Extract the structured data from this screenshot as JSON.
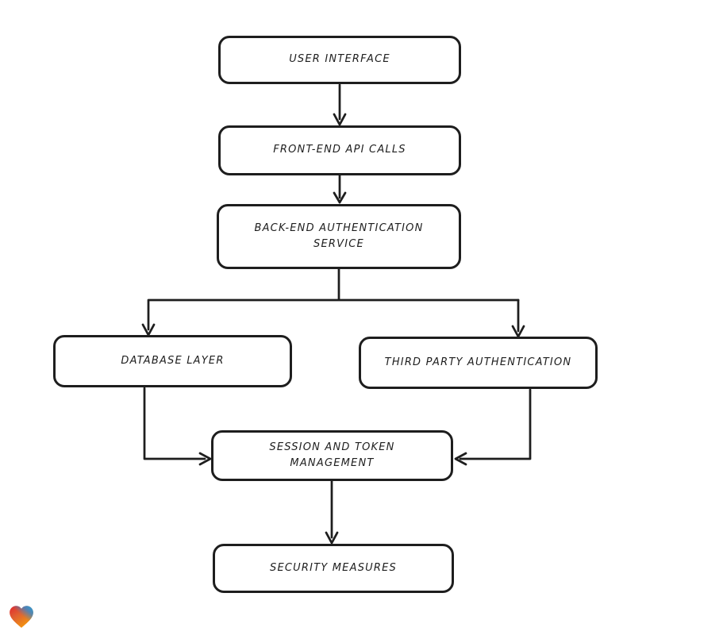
{
  "diagram": {
    "type": "flowchart",
    "background_color": "#ffffff",
    "stroke_color": "#1e1e1e",
    "node_fill_color": "#ffffff"
  },
  "nodes": [
    {
      "id": "user-interface",
      "label": "USER INTERFACE"
    },
    {
      "id": "front-end-api-calls",
      "label": "FRONT-END API CALLS"
    },
    {
      "id": "back-end-authentication-service",
      "label": "BACK-END AUTHENTICATION\nSERVICE"
    },
    {
      "id": "database-layer",
      "label": "DATABASE LAYER"
    },
    {
      "id": "third-party-authentication",
      "label": "THIRD PARTY AUTHENTICATION"
    },
    {
      "id": "session-and-token-management",
      "label": "SESSION AND TOKEN\nMANAGEMENT"
    },
    {
      "id": "security-measures",
      "label": "SECURITY MEASURES"
    }
  ],
  "edges": [
    {
      "from": "user-interface",
      "to": "front-end-api-calls"
    },
    {
      "from": "front-end-api-calls",
      "to": "back-end-authentication-service"
    },
    {
      "from": "back-end-authentication-service",
      "to": "database-layer"
    },
    {
      "from": "back-end-authentication-service",
      "to": "third-party-authentication"
    },
    {
      "from": "database-layer",
      "to": "session-and-token-management"
    },
    {
      "from": "third-party-authentication",
      "to": "session-and-token-management"
    },
    {
      "from": "session-and-token-management",
      "to": "security-measures"
    }
  ],
  "logo": {
    "name": "gradient-heart-logo",
    "colors": {
      "red": "#e23b2e",
      "blue": "#2aa2d8",
      "orange": "#f59b0a"
    }
  }
}
